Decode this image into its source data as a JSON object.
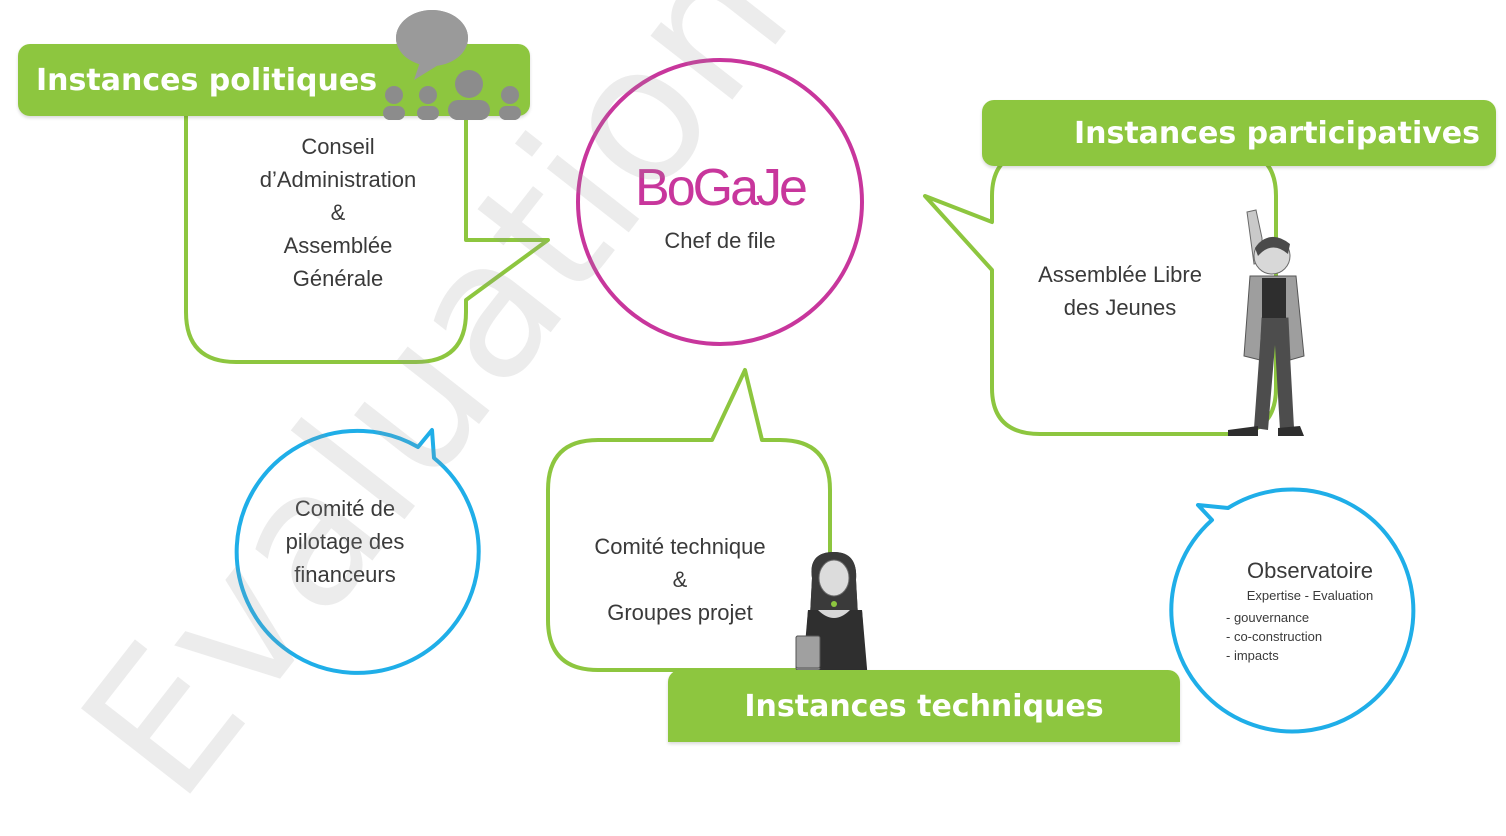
{
  "colors": {
    "green": "#8dc63f",
    "magenta": "#c8369c",
    "blue": "#1faee8",
    "gray_icon": "#8c8c8c"
  },
  "icons": [
    "people-group-icon",
    "speech-bubble-icon",
    "young-man-waving-figure",
    "young-woman-with-book-figure"
  ],
  "banners": {
    "politiques": "Instances politiques",
    "participatives": "Instances participatives",
    "techniques": "Instances techniques"
  },
  "center": {
    "logo": "BoGaJe",
    "subtitle": "Chef de file"
  },
  "politiques_box": [
    "Conseil",
    "d’Administration",
    "&",
    "Assemblée",
    "Générale"
  ],
  "participatives_box": [
    "Assemblée Libre",
    "des Jeunes"
  ],
  "techniques_box": [
    "Comité technique",
    "&",
    "Groupes projet"
  ],
  "financeurs_bubble": [
    "Comité de",
    "pilotage des",
    "financeurs"
  ],
  "observatoire": {
    "title": "Observatoire",
    "subtitle": "Expertise - Evaluation",
    "items": [
      "- gouvernance",
      "- co-construction",
      "- impacts"
    ]
  },
  "watermark": "Evaluation"
}
